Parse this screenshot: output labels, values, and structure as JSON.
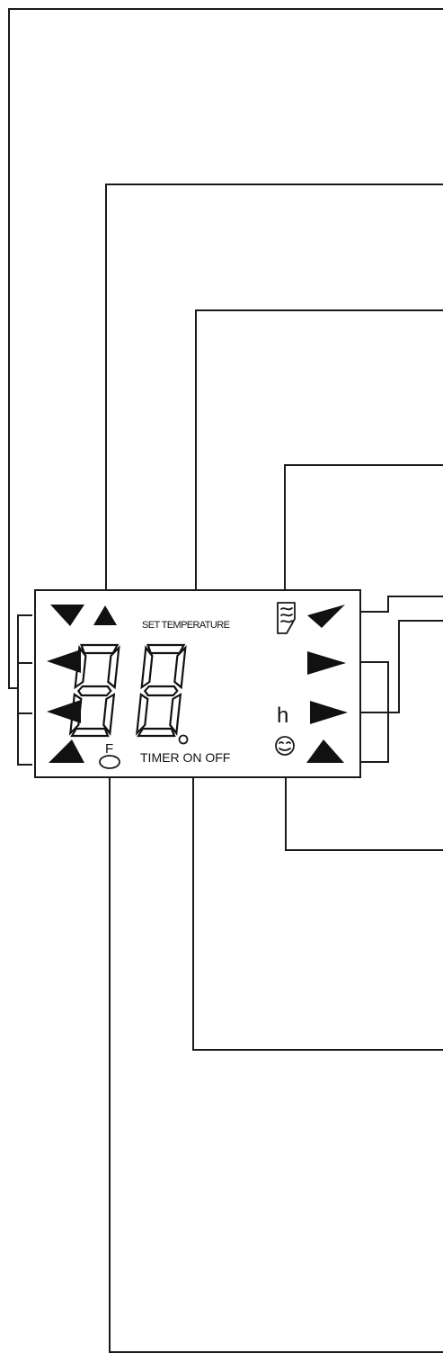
{
  "display": {
    "set_temperature_label": "SET TEMPERATURE",
    "digits": "88",
    "timer_label": "TIMER ON OFF",
    "hour_unit": "h",
    "filter_letter": "F"
  },
  "icons": {
    "airflow": "airflow-icon",
    "sleep": "sleep-face-icon",
    "filter": "filter-key-icon",
    "timer_dot": "timer-dot-icon",
    "arrows": "triangle-arrow-icon"
  },
  "colors": {
    "line": "#1a1a1a",
    "background": "#ffffff"
  }
}
